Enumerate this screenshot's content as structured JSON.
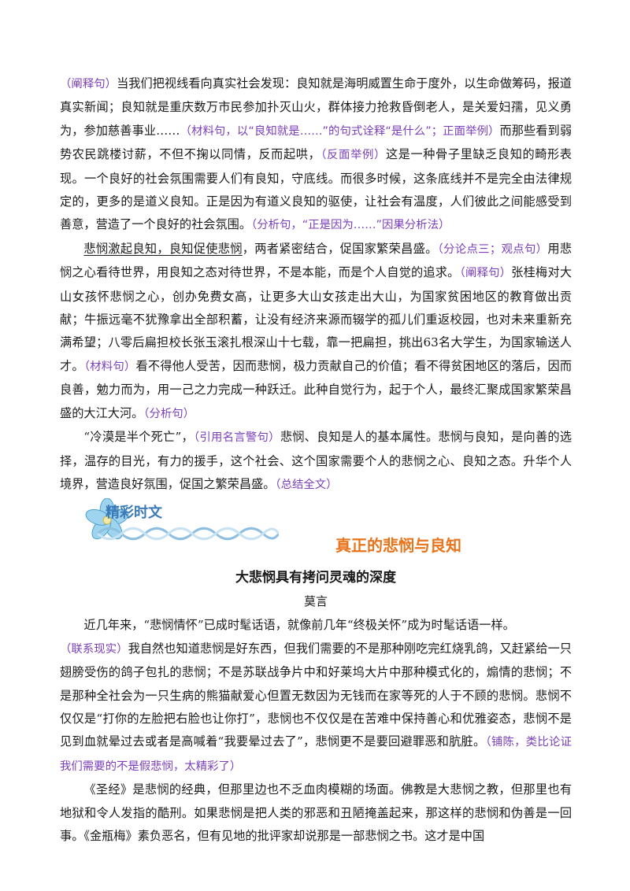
{
  "p1": {
    "n1": "（阐释句）",
    "t1": "当我们把视线看向真实社会发现：良知就是海明威置生命于度外，以生命做筹码，报道真实新闻；良知就是重庆数万市民参加扑灭山火，群体接力抢救昏倒老人，是关爱妇孺，见义勇为，参加慈善事业……",
    "n2": "（材料句，以“良知就是……”的句式诠释“是什么”；正面举例）",
    "t2": "而那些看到弱势农民跳楼讨薪，不但不掬以同情，反而起哄，",
    "n3": "（反面举例）",
    "t3": "这是一种骨子里缺乏良知的畸形表现。一个良好的社会氛围需要人们有良知，守底线。而很多时候，这条底线并不是完全由法律规定的，更多的是道义良知。正是因为有道义良知的驱使，让社会有温度，人们彼此之间能感受到善意，营造了一个良好的社会氛围。",
    "n4": "（分析句，“正是因为……”因果分析法）"
  },
  "p2": {
    "u1": "悲悯激起良知，良知促使悲悯",
    "t1": "，两者紧密结合，促国家繁荣昌盛。",
    "n1": "（分论点三；观点句）",
    "t2": "用悲悯之心看待世界，用良知之态对待世界，不是本能，而是个人自觉的追求。",
    "n2": "（阐释句）",
    "t3": "张桂梅对大山女孩怀悲悯之心，创办免费女高，让更多大山女孩走出大山，为国家贫困地区的教育做出贡献；牛振远毫不犹豫拿出全部积蓄，让没有经济来源而辍学的孤儿们重返校园，也对未来重新充满希望；八零后扁担校长张玉滚扎根深山十七载，靠一把扁担，挑出63名大学生，为国家输送人才。",
    "n3": "（材料句）",
    "t4": "看不得他人受苦，因而悲悯，极力贡献自己的价值；看不得贫困地区的落后，因而良善，勉力而为，用一己之力完成一种跃迁。此种自觉行为，起于个人，最终汇聚成国家繁荣昌盛的大江大河。",
    "n4": "（分析句）"
  },
  "p3": {
    "t1": "“冷漠是半个死亡”，",
    "n1": "（引用名言警句）",
    "t2": "悲悯、良知是人的基本属性。悲悯与良知，是向善的选择，温存的目光，有力的援手，这个社会、这个国家需要个人的悲悯之心、良知之态。升华个人境界，营造良好氛围，促国之繁荣昌盛。",
    "n2": "（总结全文）"
  },
  "banner": {
    "label": "精彩时文",
    "title": "真正的悲悯与良知"
  },
  "article": {
    "title": "大悲悯具有拷问灵魂的深度",
    "author": "莫言",
    "p1": "近几年来，“悲悯情怀”已成时髦话语，就像前几年“终极关怀”成为时髦话语一样。",
    "p2n1": "（联系现实）",
    "p2t1": "我自然也知道悲悯是好东西，但我们需要的不是那种刚吃完红烧乳鸽，又赶紧给一只翅膀受伤的鸽子包扎的悲悯；不是苏联战争片中和好莱坞大片中那种模式化的，煽情的悲悯；不是那种全社会为一只生病的熊猫献爱心但置无数因为无钱而在家等死的人于不顾的悲悯。悲悯不仅仅是“打你的左脸把右脸也让你打”，悲悯也不仅仅是在苦难中保持善心和优雅姿态，悲悯不是见到血就晕过去或者是高喊着“我要晕过去了”，悲悯更不是要回避罪恶和肮脏。",
    "p2n2": "（铺陈，类比论证我们需要的不是假悲悯，太精彩了）",
    "p3": "《圣经》是悲悯的经典，但那里边也不乏血肉模糊的场面。佛教是大悲悯之教，但那里也有地狱和令人发指的酷刑。如果悲悯是把人类的邪恶和丑陋掩盖起来，那这样的悲悯和伪善是一回事。《金瓶梅》素负恶名，但有见地的批评家却说那是一部悲悯之书。这才是中国"
  },
  "colors": {
    "note": "#7b3fb8",
    "title": "#e8741b",
    "banner": "#3a7ab8"
  }
}
